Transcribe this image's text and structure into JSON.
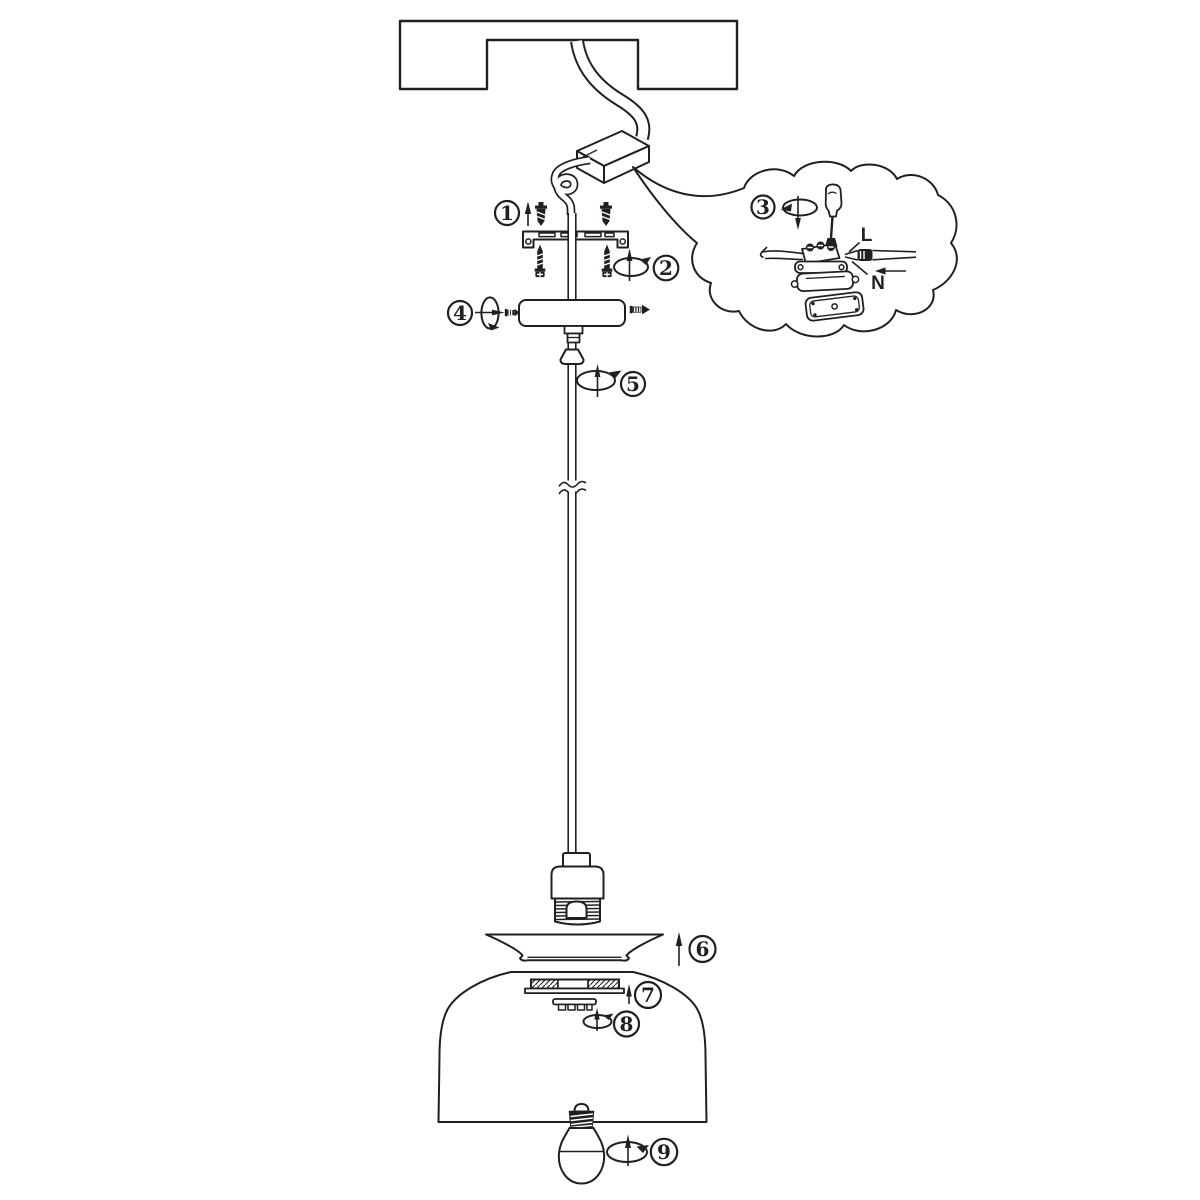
{
  "diagram": {
    "kind": "pendant-lamp-installation-exploded-diagram",
    "colors": {
      "ink": "#231f20",
      "background": "#ffffff"
    },
    "steps": [
      {
        "num": "1",
        "icon": "wall-anchors-up-arrow"
      },
      {
        "num": "2",
        "icon": "screws-rotate-up"
      },
      {
        "num": "3",
        "icon": "terminal-wiring-screwdriver-rotate-down"
      },
      {
        "num": "4",
        "icon": "canopy-side-screw-rotate"
      },
      {
        "num": "5",
        "icon": "cord-grip-rotate-up"
      },
      {
        "num": "6",
        "icon": "shade-holder-up-arrow"
      },
      {
        "num": "7",
        "icon": "fitter-ring-up-arrow"
      },
      {
        "num": "8",
        "icon": "ring-nut-rotate-up"
      },
      {
        "num": "9",
        "icon": "bulb-rotate-up"
      }
    ],
    "wiring_labels": {
      "live": "L",
      "neutral": "N"
    }
  }
}
